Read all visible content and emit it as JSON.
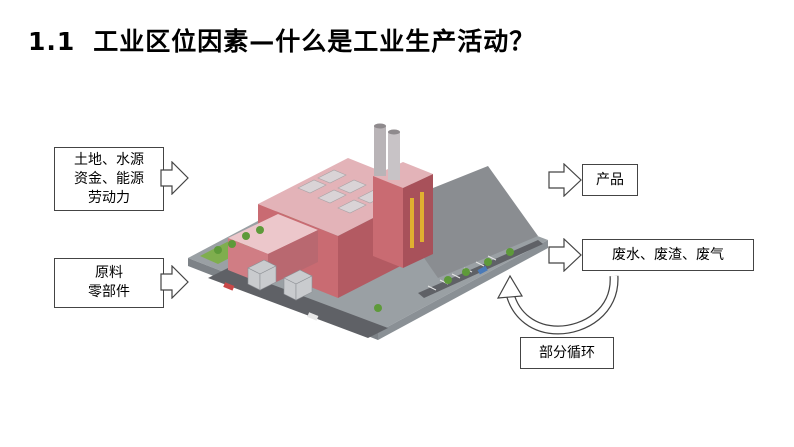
{
  "slide": {
    "number": "1.1",
    "title": "工业区位因素—什么是工业生产活动？"
  },
  "inputs": [
    {
      "lines": [
        "土地、水源",
        "资金、能源",
        "劳动力"
      ]
    },
    {
      "lines": [
        "原料",
        "零部件"
      ]
    }
  ],
  "outputs": [
    {
      "label": "产品"
    },
    {
      "label": "废水、废渣、废气"
    }
  ],
  "recycle": {
    "label": "部分循环"
  },
  "colors": {
    "building": "#c96b72",
    "roof": "#d9d3d6",
    "grass": "#7fae4e",
    "road": "#6e6f73"
  }
}
